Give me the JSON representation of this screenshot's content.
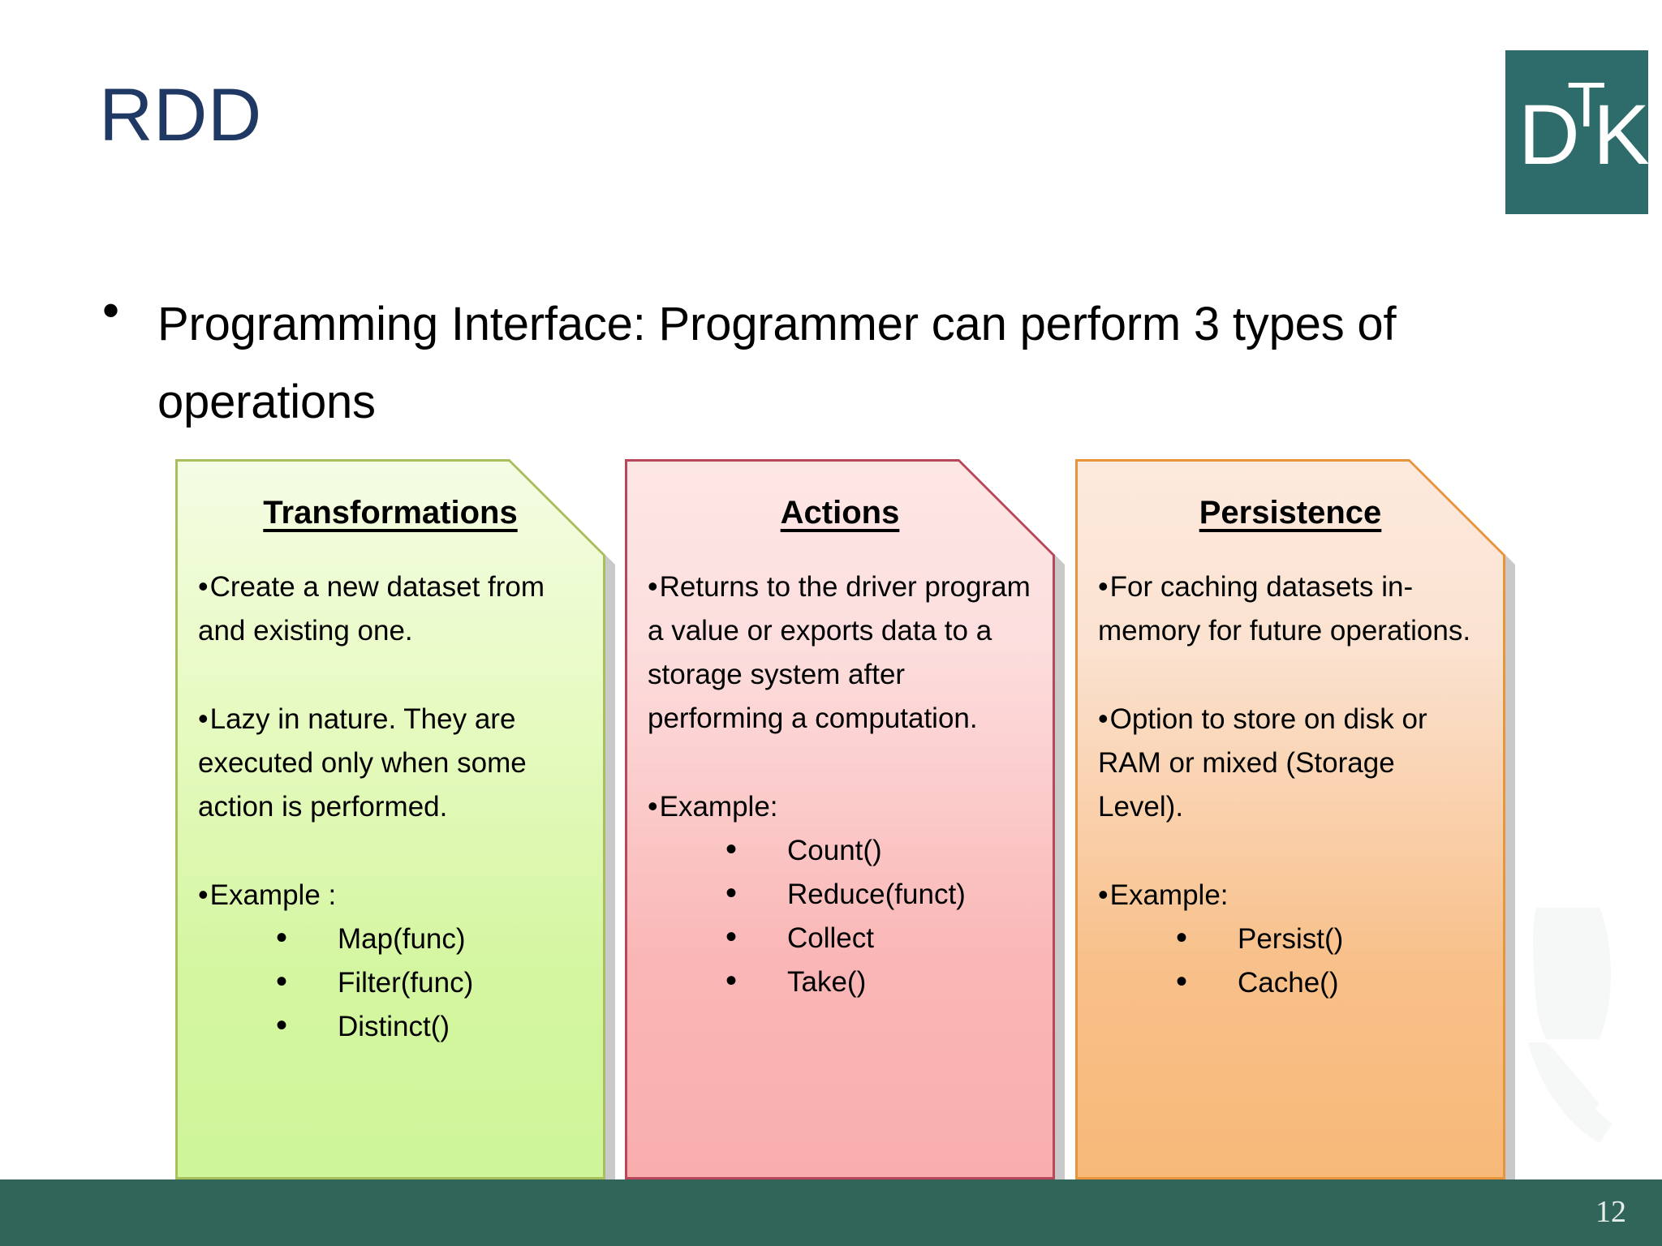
{
  "slide": {
    "title": "RDD",
    "page_number": "12",
    "title_color": "#1f3864",
    "footer_color": "#31655a",
    "logo": {
      "name": "DTK",
      "letter_d": "D",
      "letter_t": "T",
      "letter_k": "K",
      "background_color": "#2e6b6b",
      "text_color": "#ffffff"
    },
    "main_bullet": {
      "marker": "•",
      "text": "Programming Interface: Programmer can perform 3 types of operations"
    },
    "panels": [
      {
        "id": "transformations",
        "heading": "Transformations",
        "accent_color": "#a9bf5e",
        "fill_top": "#f4fce4",
        "fill_bottom": "#cef59a",
        "bullets": [
          "Create a new dataset from and existing one.",
          "Lazy in nature. They are executed only when some action is performed.",
          "Example :"
        ],
        "sub_items": [
          "Map(func)",
          "Filter(func)",
          "Distinct()"
        ]
      },
      {
        "id": "actions",
        "heading": "Actions",
        "accent_color": "#b9475a",
        "fill_top": "#fde7e5",
        "fill_bottom": "#f9aeae",
        "bullets": [
          "Returns to the driver program a value or exports data to a storage system after performing a computation.",
          "Example:"
        ],
        "sub_items": [
          "Count()",
          "Reduce(funct)",
          "Collect",
          "Take()"
        ]
      },
      {
        "id": "persistence",
        "heading": "Persistence",
        "accent_color": "#e8943c",
        "fill_top": "#fdeade",
        "fill_bottom": "#f7b978",
        "bullets": [
          "For caching datasets in-memory for future operations.",
          "Option to store on disk or RAM or mixed (Storage Level).",
          "Example:"
        ],
        "sub_items": [
          "Persist()",
          "Cache()"
        ]
      }
    ]
  }
}
